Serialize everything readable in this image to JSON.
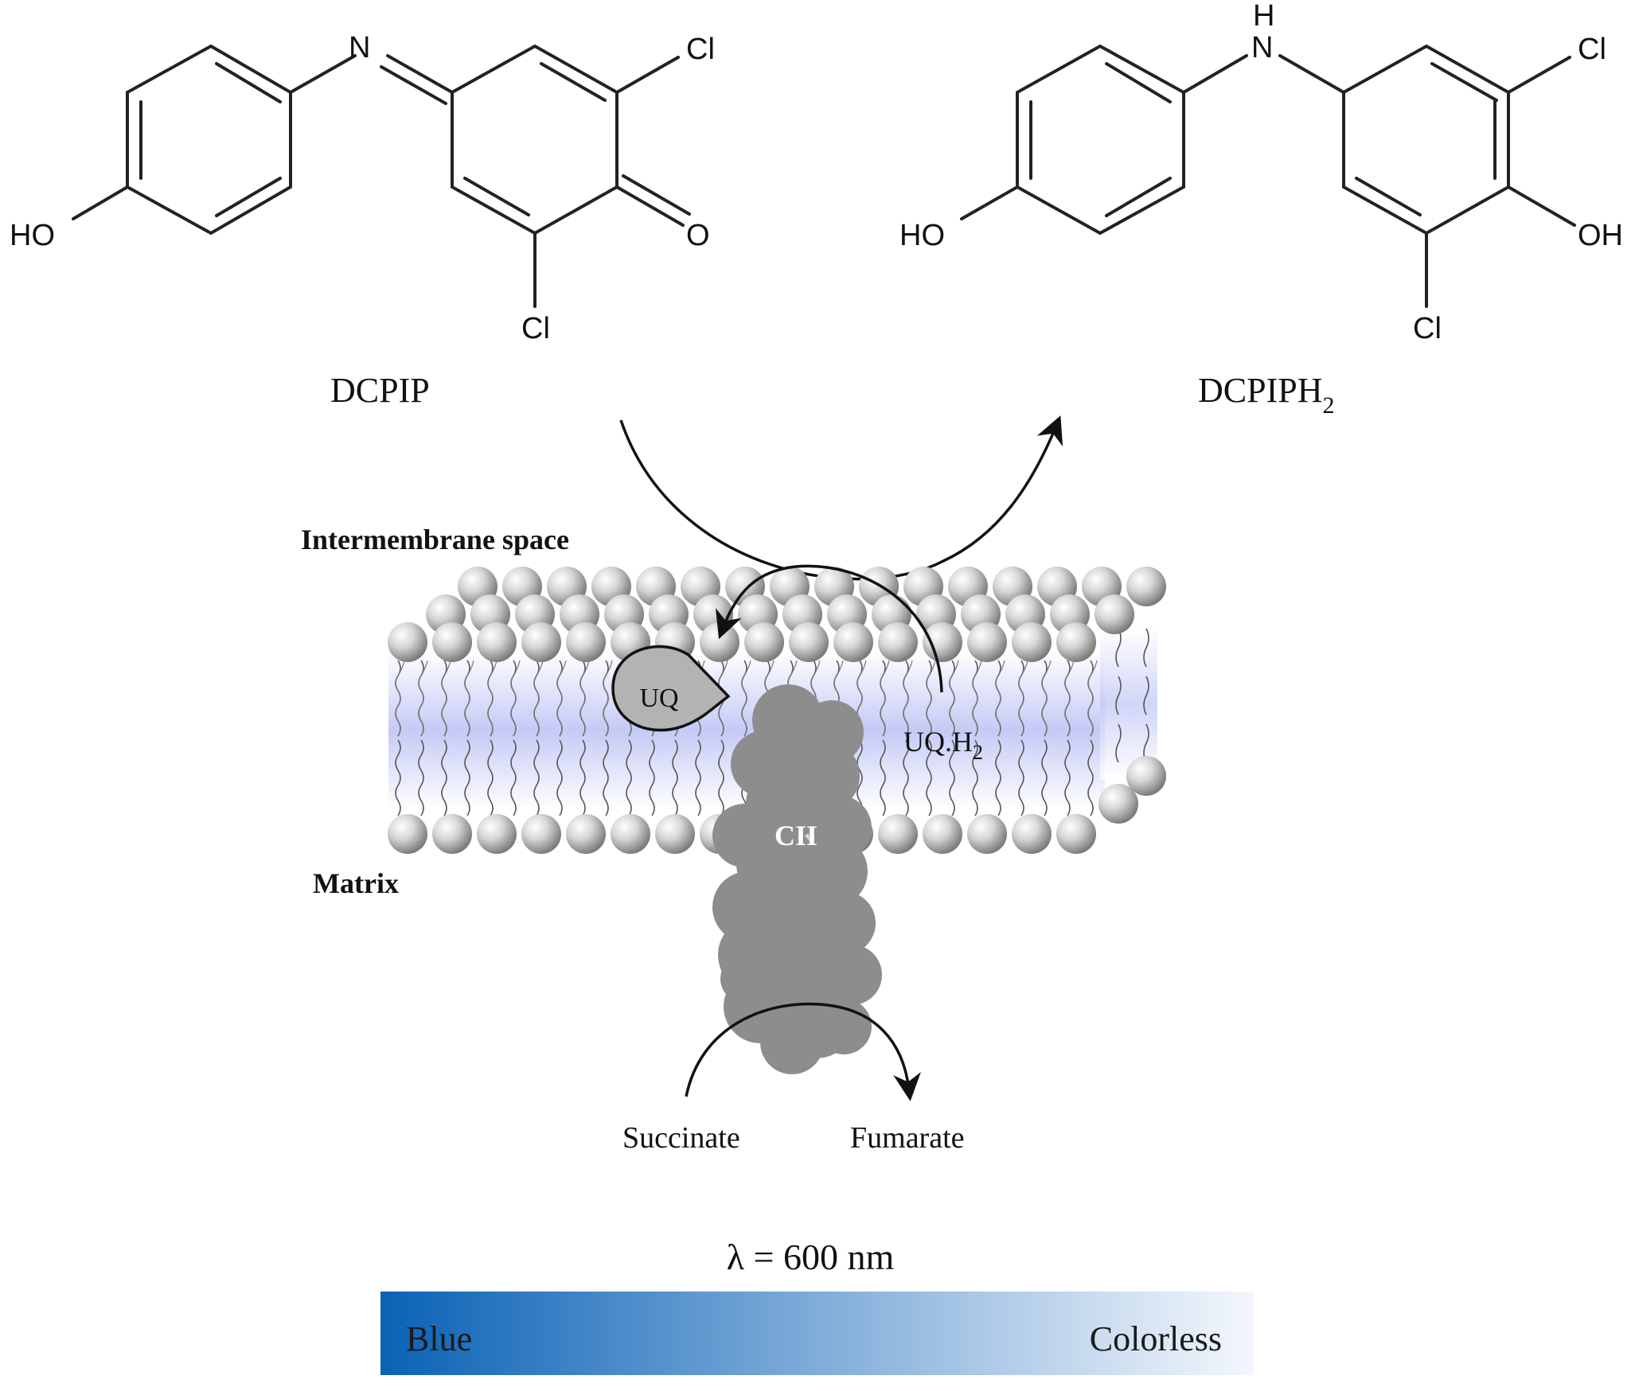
{
  "molecules": {
    "oxidized": {
      "name": "DCPIP",
      "atoms": {
        "n": "N",
        "cl_top": "Cl",
        "cl_bottom": "Cl",
        "ho": "HO",
        "o": "O"
      }
    },
    "reduced": {
      "name_main": "DCPIPH",
      "name_sub": "2",
      "atoms": {
        "h": "H",
        "n": "N",
        "cl_top": "Cl",
        "cl_bottom": "Cl",
        "ho": "HO",
        "oh": "OH"
      }
    }
  },
  "membrane": {
    "intermembrane_label": "Intermembrane  space",
    "matrix_label": "Matrix",
    "uq_label": "UQ",
    "uqh2_main": "UQ.H",
    "uqh2_sub": "2",
    "complex_label": "CII"
  },
  "reaction": {
    "substrate": "Succinate",
    "product": "Fumarate"
  },
  "measurement": {
    "wavelength_label": "λ = 600 nm",
    "scale_left_label": "Blue",
    "scale_right_label": "Colorless",
    "start_color": "#0a62b6",
    "end_color": "#f4f7fc"
  },
  "colors": {
    "lipid_head": "#b9b9b9",
    "lipid_core": "#c9cdf6",
    "protein": "#8d8d8d"
  }
}
